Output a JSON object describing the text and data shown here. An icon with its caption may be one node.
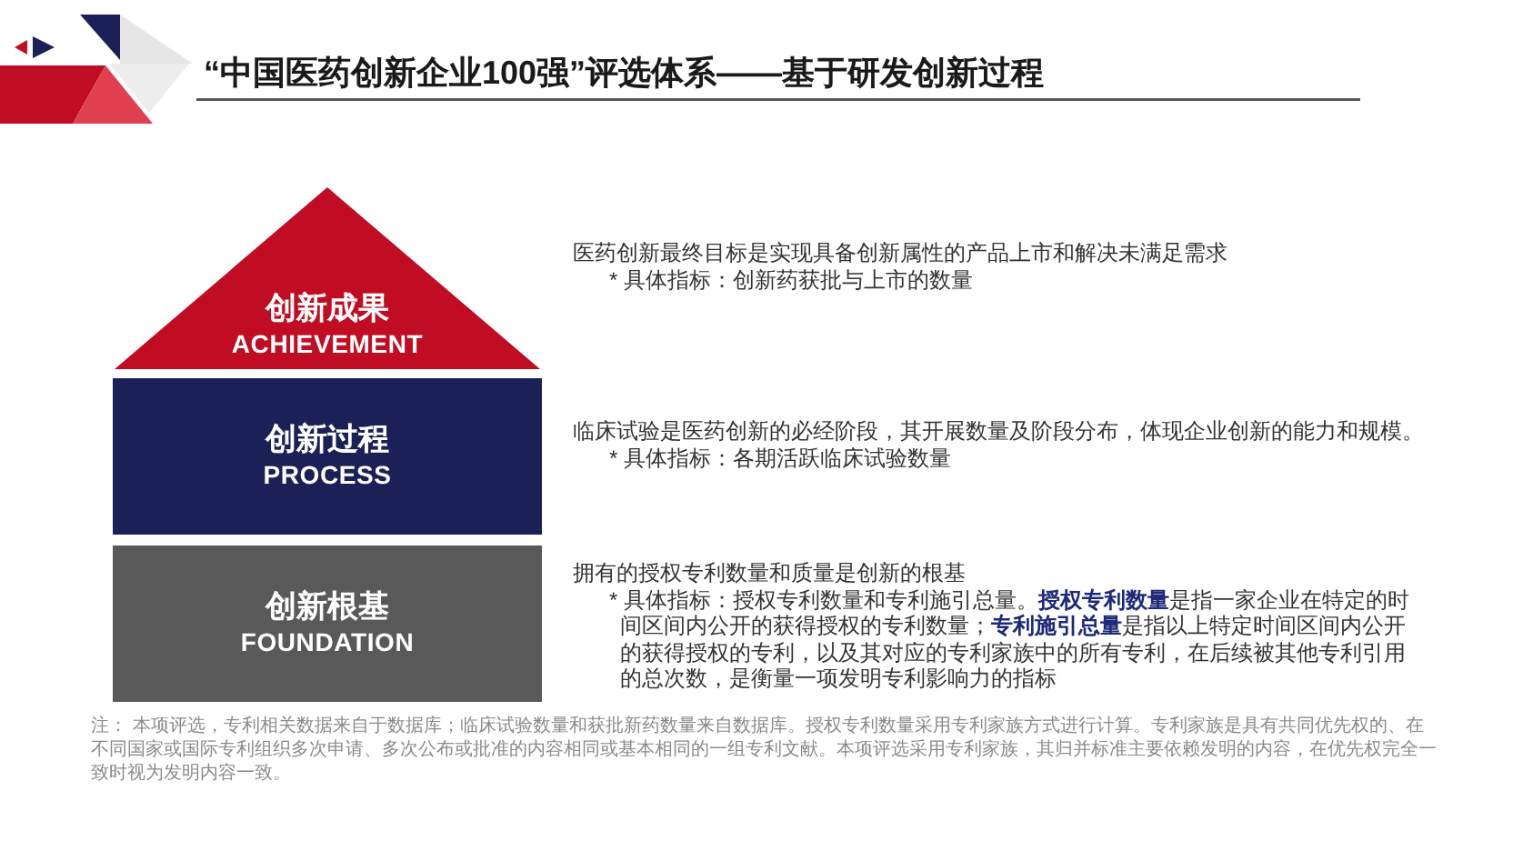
{
  "diagram": {
    "title": "“中国医药创新企业100强”评选体系——基于研发创新过程",
    "nodes": [
      {
        "text": [
          "创新成果",
          "ACHIEVEMENT"
        ],
        "beside": [
          "医药创新最终目标是实现具备创新属性的产品上市和解决未满足需求",
          "* 具体指标：创新药获批与上市的数量"
        ]
      },
      {
        "text": [
          "创新过程",
          "PROCESS"
        ],
        "beside": [
          "临床试验是医药创新的必经阶段，其开展数量及阶段分布，体现企业创新的能力和规模。",
          "* 具体指标：各期活跃临床试验数量"
        ]
      },
      {
        "text": [
          "创新根基",
          "FOUNDATION"
        ],
        "beside": [
          "拥有的授权专利数量和质量是创新的根基",
          "* 具体指标：授权专利数量和专利施引总量。**授权专利数量**是指一家企业在特定的时间区间内公开的获得授权的专利数量；**专利施引总量**是指以上特定时间区间内公开的获得授权的专利，以及其对应的专利家族中的所有专利，在后续被其他专利引用的总次数，是衡量一项发明专利影响力的指标"
        ]
      }
    ],
    "labels": [
      "注： 本项评选，专利相关数据来自于数据库；临床试验数量和获批新药数量来自数据库。授权专利数量采用专利家族方式进行计算。专利家族是具有共同优先权的、在不同国家或国际专利组织多次申请、多次公布或批准的内容相同或基本相同的一组专利文献。本项评选采用专利家族，其归并标准主要依赖发明的内容，在优先权完全一致时视为发明内容一致。"
    ]
  }
}
